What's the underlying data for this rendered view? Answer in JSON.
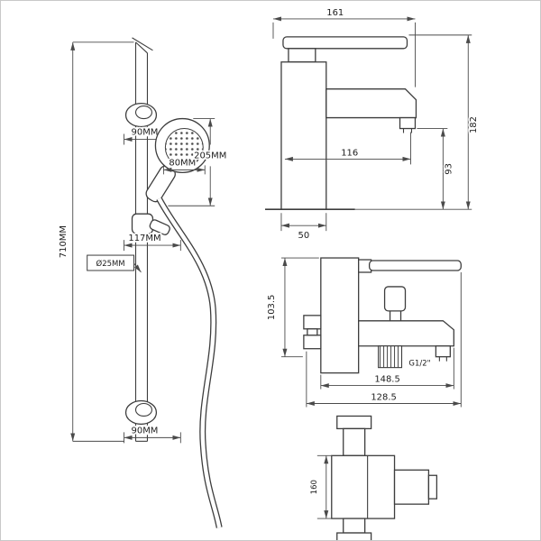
{
  "drawing": {
    "background": "#ffffff",
    "line_color": "#3d3d3d",
    "dimension_color": "#4a4a4a"
  },
  "shower_rail_view": {
    "rail_height": "710MM",
    "top_bracket": "90MM",
    "head_face_diameter": "80MM",
    "head_length": "205MM",
    "holder_width": "117MM",
    "rail_diameter": "Ø25MM",
    "bottom_bracket": "90MM"
  },
  "basin_mixer_view": {
    "overall_width": "161",
    "overall_height": "182",
    "spout_reach": "116",
    "spout_height": "93",
    "base_depth": "50"
  },
  "bath_mixer_view": {
    "body_height": "103.5",
    "spout_span": "148.5",
    "body_span": "128.5",
    "thread_size": "G1/2\""
  },
  "top_view": {
    "body_depth": "160"
  }
}
